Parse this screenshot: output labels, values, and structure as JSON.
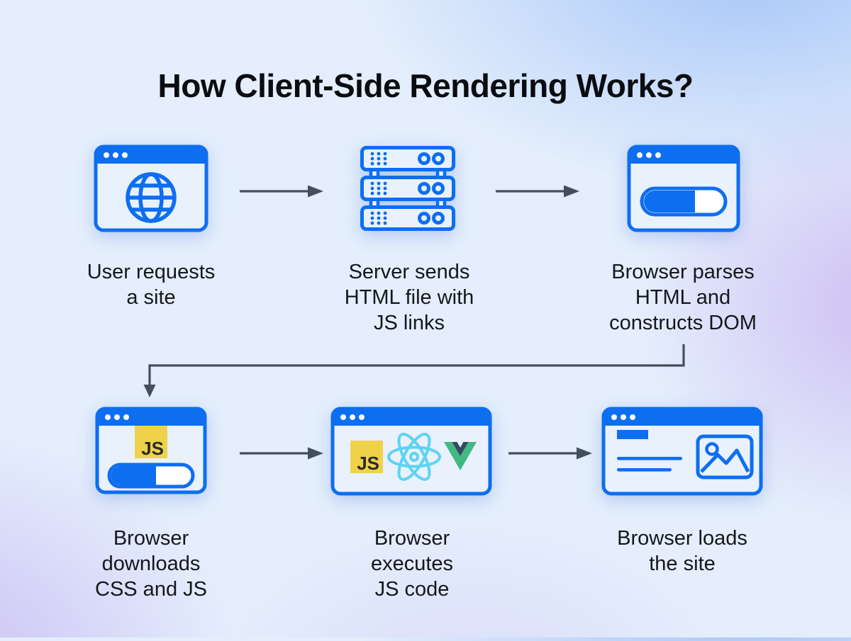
{
  "title": "How Client-Side Rendering Works?",
  "steps": [
    {
      "id": 1,
      "icon": "browser-globe-icon",
      "lines": [
        "User requests",
        "a site"
      ]
    },
    {
      "id": 2,
      "icon": "server-stack-icon",
      "lines": [
        "Server sends",
        "HTML file with",
        "JS links"
      ]
    },
    {
      "id": 3,
      "icon": "browser-progress-icon",
      "lines": [
        "Browser parses",
        "HTML and",
        "constructs DOM"
      ]
    },
    {
      "id": 4,
      "icon": "browser-js-download-icon",
      "lines": [
        "Browser",
        "downloads",
        "CSS and JS"
      ]
    },
    {
      "id": 5,
      "icon": "browser-frameworks-icon",
      "lines": [
        "Browser",
        "executes",
        "JS code"
      ]
    },
    {
      "id": 6,
      "icon": "browser-site-icon",
      "lines": [
        "Browser loads",
        "the site"
      ]
    }
  ],
  "logos": {
    "js_label": "JS",
    "react_name": "react-logo",
    "vue_name": "vue-logo"
  },
  "colors": {
    "accent_blue": "#0d6ef0",
    "window_fill": "#e9f1fd",
    "arrow_color": "#454f5c",
    "js_yellow": "#efd24a",
    "js_text": "#2b2b2b",
    "react_blue": "#5ed3f3",
    "vue_green": "#42b883",
    "vue_dark": "#35495e",
    "text_dark": "#101317"
  }
}
